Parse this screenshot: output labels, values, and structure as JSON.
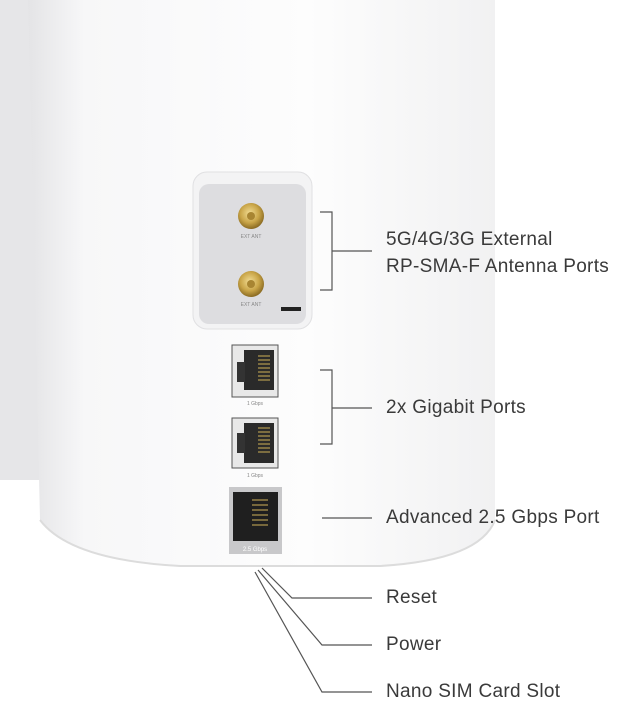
{
  "callouts": {
    "antenna_line1": "5G/4G/3G External",
    "antenna_line2": "RP-SMA-F Antenna Ports",
    "gigabit": "2x Gigabit Ports",
    "advanced": "Advanced 2.5 Gbps Port",
    "reset": "Reset",
    "power": "Power",
    "sim": "Nano SIM Card Slot"
  },
  "device_labels": {
    "ext_ant": "EXT ANT",
    "port_1g": "1 Gbps",
    "port_25g": "2.5 Gbps"
  }
}
